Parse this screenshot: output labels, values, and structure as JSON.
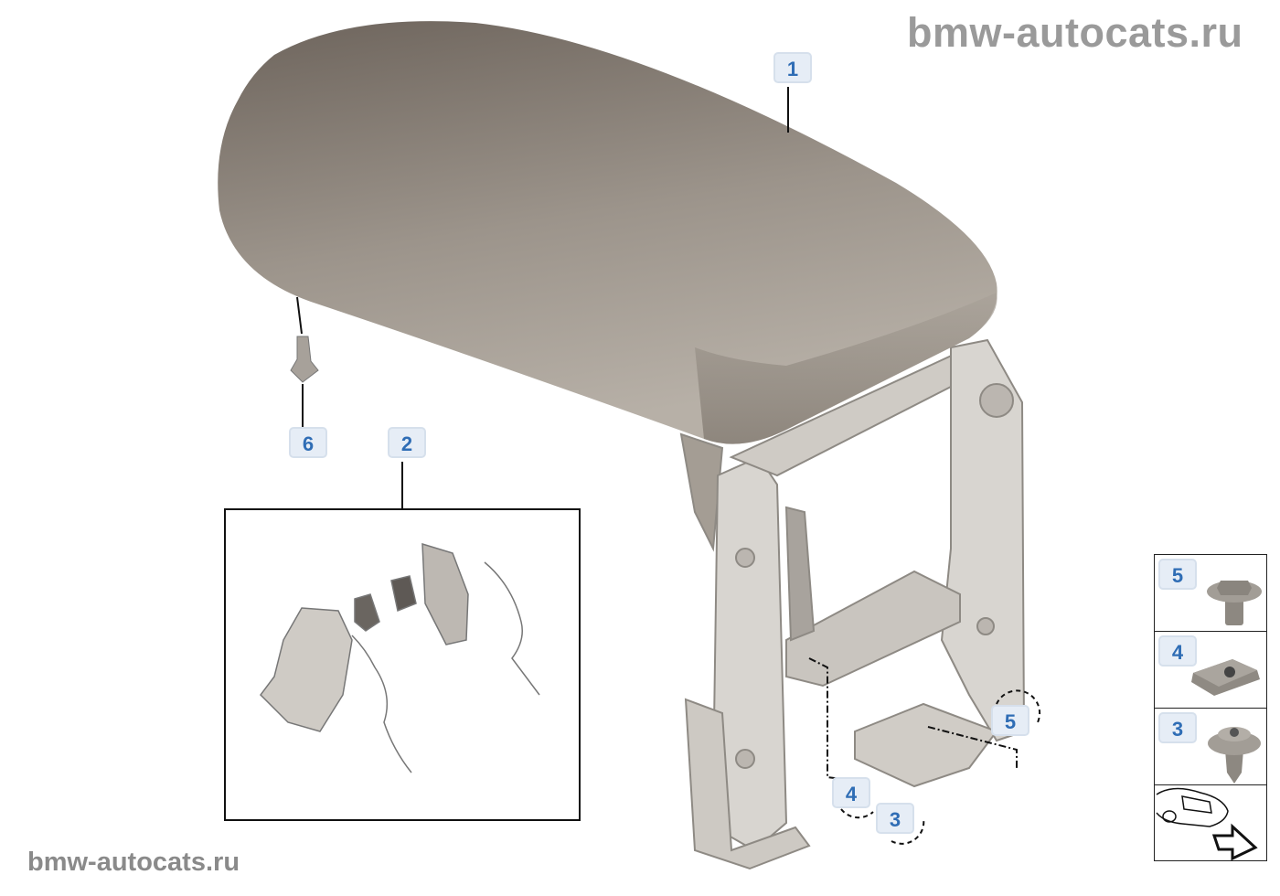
{
  "watermark": {
    "top": "bmw-autocats.ru",
    "bottom": "bmw-autocats.ru"
  },
  "callouts": {
    "armrest": "1",
    "repair_kit": "2",
    "screw_3": "3",
    "nut_4": "4",
    "bolt_5": "5",
    "clip_6": "6"
  },
  "legend": [
    {
      "number": "5",
      "icon": "hex-collar-bolt-icon"
    },
    {
      "number": "4",
      "icon": "spring-nut-icon"
    },
    {
      "number": "3",
      "icon": "self-tapping-screw-icon"
    },
    {
      "number": "",
      "icon": "vehicle-position-arrow-icon"
    }
  ],
  "colors": {
    "callout_text": "#2f6db5",
    "callout_bg": "#e6edf6",
    "armrest": "#8a8178",
    "frame": "#d4d1cc"
  }
}
